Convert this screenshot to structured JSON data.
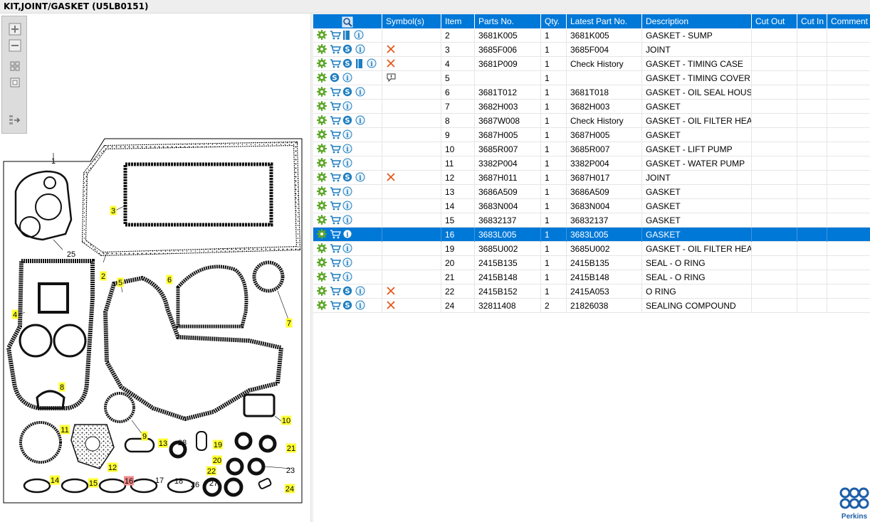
{
  "window": {
    "title": "KIT,JOINT/GASKET (U5LB0151)"
  },
  "colors": {
    "accent": "#0078d7",
    "header_text": "#ffffff",
    "highlight": "#ffff33",
    "highlight_red": "#f28b8b",
    "cart_icon": "#1f7fbf",
    "gear_icon": "#5fa82b",
    "x_mark": "#e25a1c",
    "logo": "#1d5fa7"
  },
  "toolbar": {
    "zoom_in_icon": "plus-in-box-icon",
    "zoom_out_icon": "minus-icon",
    "fit_all_icon": "grid-fit-icon",
    "fit_page_icon": "single-page-icon",
    "export_icon": "list-arrow-icon"
  },
  "diagram": {
    "labels": [
      {
        "text": "1",
        "style": "plain"
      },
      {
        "text": "2",
        "style": "highlight"
      },
      {
        "text": "3",
        "style": "highlight"
      },
      {
        "text": "4",
        "style": "highlight"
      },
      {
        "text": "5",
        "style": "highlight"
      },
      {
        "text": "6",
        "style": "highlight"
      },
      {
        "text": "7",
        "style": "highlight"
      },
      {
        "text": "8",
        "style": "highlight"
      },
      {
        "text": "9",
        "style": "highlight"
      },
      {
        "text": "10",
        "style": "highlight"
      },
      {
        "text": "11",
        "style": "highlight"
      },
      {
        "text": "12",
        "style": "highlight"
      },
      {
        "text": "13",
        "style": "highlight"
      },
      {
        "text": "14",
        "style": "highlight"
      },
      {
        "text": "15",
        "style": "highlight"
      },
      {
        "text": "16",
        "style": "selected"
      },
      {
        "text": "17",
        "style": "plain"
      },
      {
        "text": "18",
        "style": "plain"
      },
      {
        "text": "19",
        "style": "highlight"
      },
      {
        "text": "20",
        "style": "highlight"
      },
      {
        "text": "21",
        "style": "highlight"
      },
      {
        "text": "22",
        "style": "highlight"
      },
      {
        "text": "23",
        "style": "plain"
      },
      {
        "text": "24",
        "style": "highlight"
      },
      {
        "text": "25",
        "style": "plain"
      },
      {
        "text": "26",
        "style": "plain"
      },
      {
        "text": "27",
        "style": "plain"
      },
      {
        "text": "28",
        "style": "plain"
      }
    ]
  },
  "grid": {
    "header_icon": "magnifier-icon",
    "columns": [
      "",
      "Symbol(s)",
      "Item",
      "Parts No.",
      "Qty.",
      "Latest Part No.",
      "Description",
      "Cut Out",
      "Cut In",
      "Comment"
    ],
    "rows": [
      {
        "icons": [
          "gear",
          "cart",
          "book",
          "info"
        ],
        "symbol": "",
        "item": "2",
        "part": "3681K005",
        "qty": "1",
        "latest": "3681K005",
        "desc": "GASKET - SUMP",
        "cut_out": "",
        "cut_in": "",
        "comment": ""
      },
      {
        "icons": [
          "gear",
          "cart",
          "s",
          "info"
        ],
        "symbol": "x",
        "item": "3",
        "part": "3685F006",
        "qty": "1",
        "latest": "3685F004",
        "desc": "JOINT",
        "cut_out": "",
        "cut_in": "",
        "comment": ""
      },
      {
        "icons": [
          "gear",
          "cart",
          "s",
          "book",
          "info"
        ],
        "symbol": "x",
        "item": "4",
        "part": "3681P009",
        "qty": "1",
        "latest": "Check History",
        "desc": "GASKET - TIMING CASE",
        "cut_out": "",
        "cut_in": "",
        "comment": ""
      },
      {
        "icons": [
          "gear",
          "s",
          "info"
        ],
        "symbol": "bubble",
        "item": "5",
        "part": "",
        "qty": "1",
        "latest": "",
        "desc": "GASKET - TIMING COVER",
        "cut_out": "",
        "cut_in": "",
        "comment": ""
      },
      {
        "icons": [
          "gear",
          "cart",
          "s",
          "info"
        ],
        "symbol": "",
        "item": "6",
        "part": "3681T012",
        "qty": "1",
        "latest": "3681T018",
        "desc": "GASKET - OIL SEAL HOUSING",
        "cut_out": "",
        "cut_in": "",
        "comment": ""
      },
      {
        "icons": [
          "gear",
          "cart",
          "info"
        ],
        "symbol": "",
        "item": "7",
        "part": "3682H003",
        "qty": "1",
        "latest": "3682H003",
        "desc": "GASKET",
        "cut_out": "",
        "cut_in": "",
        "comment": ""
      },
      {
        "icons": [
          "gear",
          "cart",
          "s",
          "info"
        ],
        "symbol": "",
        "item": "8",
        "part": "3687W008",
        "qty": "1",
        "latest": "Check History",
        "desc": "GASKET - OIL FILTER HEAD",
        "cut_out": "",
        "cut_in": "",
        "comment": ""
      },
      {
        "icons": [
          "gear",
          "cart",
          "info"
        ],
        "symbol": "",
        "item": "9",
        "part": "3687H005",
        "qty": "1",
        "latest": "3687H005",
        "desc": "GASKET",
        "cut_out": "",
        "cut_in": "",
        "comment": ""
      },
      {
        "icons": [
          "gear",
          "cart",
          "info"
        ],
        "symbol": "",
        "item": "10",
        "part": "3685R007",
        "qty": "1",
        "latest": "3685R007",
        "desc": "GASKET - LIFT PUMP",
        "cut_out": "",
        "cut_in": "",
        "comment": ""
      },
      {
        "icons": [
          "gear",
          "cart",
          "info"
        ],
        "symbol": "",
        "item": "11",
        "part": "3382P004",
        "qty": "1",
        "latest": "3382P004",
        "desc": "GASKET - WATER PUMP",
        "cut_out": "",
        "cut_in": "",
        "comment": ""
      },
      {
        "icons": [
          "gear",
          "cart",
          "s",
          "info"
        ],
        "symbol": "x",
        "item": "12",
        "part": "3687H011",
        "qty": "1",
        "latest": "3687H017",
        "desc": "JOINT",
        "cut_out": "",
        "cut_in": "",
        "comment": ""
      },
      {
        "icons": [
          "gear",
          "cart",
          "info"
        ],
        "symbol": "",
        "item": "13",
        "part": "3686A509",
        "qty": "1",
        "latest": "3686A509",
        "desc": "GASKET",
        "cut_out": "",
        "cut_in": "",
        "comment": ""
      },
      {
        "icons": [
          "gear",
          "cart",
          "info"
        ],
        "symbol": "",
        "item": "14",
        "part": "3683N004",
        "qty": "1",
        "latest": "3683N004",
        "desc": "GASKET",
        "cut_out": "",
        "cut_in": "",
        "comment": ""
      },
      {
        "icons": [
          "gear",
          "cart",
          "info"
        ],
        "symbol": "",
        "item": "15",
        "part": "36832137",
        "qty": "1",
        "latest": "36832137",
        "desc": "GASKET",
        "cut_out": "",
        "cut_in": "",
        "comment": ""
      },
      {
        "icons": [
          "gear",
          "cart",
          "info"
        ],
        "symbol": "",
        "item": "16",
        "part": "3683L005",
        "qty": "1",
        "latest": "3683L005",
        "desc": "GASKET",
        "cut_out": "",
        "cut_in": "",
        "comment": "",
        "selected": true
      },
      {
        "icons": [
          "gear",
          "cart",
          "info"
        ],
        "symbol": "",
        "item": "19",
        "part": "3685U002",
        "qty": "1",
        "latest": "3685U002",
        "desc": "GASKET - OIL FILTER HEAD",
        "cut_out": "",
        "cut_in": "",
        "comment": ""
      },
      {
        "icons": [
          "gear",
          "cart",
          "info"
        ],
        "symbol": "",
        "item": "20",
        "part": "2415B135",
        "qty": "1",
        "latest": "2415B135",
        "desc": "SEAL - O RING",
        "cut_out": "",
        "cut_in": "",
        "comment": ""
      },
      {
        "icons": [
          "gear",
          "cart",
          "info"
        ],
        "symbol": "",
        "item": "21",
        "part": "2415B148",
        "qty": "1",
        "latest": "2415B148",
        "desc": "SEAL - O RING",
        "cut_out": "",
        "cut_in": "",
        "comment": ""
      },
      {
        "icons": [
          "gear",
          "cart",
          "s",
          "info"
        ],
        "symbol": "x",
        "item": "22",
        "part": "2415B152",
        "qty": "1",
        "latest": "2415A053",
        "desc": "O RING",
        "cut_out": "",
        "cut_in": "",
        "comment": ""
      },
      {
        "icons": [
          "gear",
          "cart",
          "s",
          "info"
        ],
        "symbol": "x",
        "item": "24",
        "part": "32811408",
        "qty": "2",
        "latest": "21826038",
        "desc": "SEALING COMPOUND",
        "cut_out": "",
        "cut_in": "",
        "comment": ""
      }
    ]
  },
  "logo": {
    "text": "Perkins",
    "icon": "perkins-logo-icon"
  }
}
